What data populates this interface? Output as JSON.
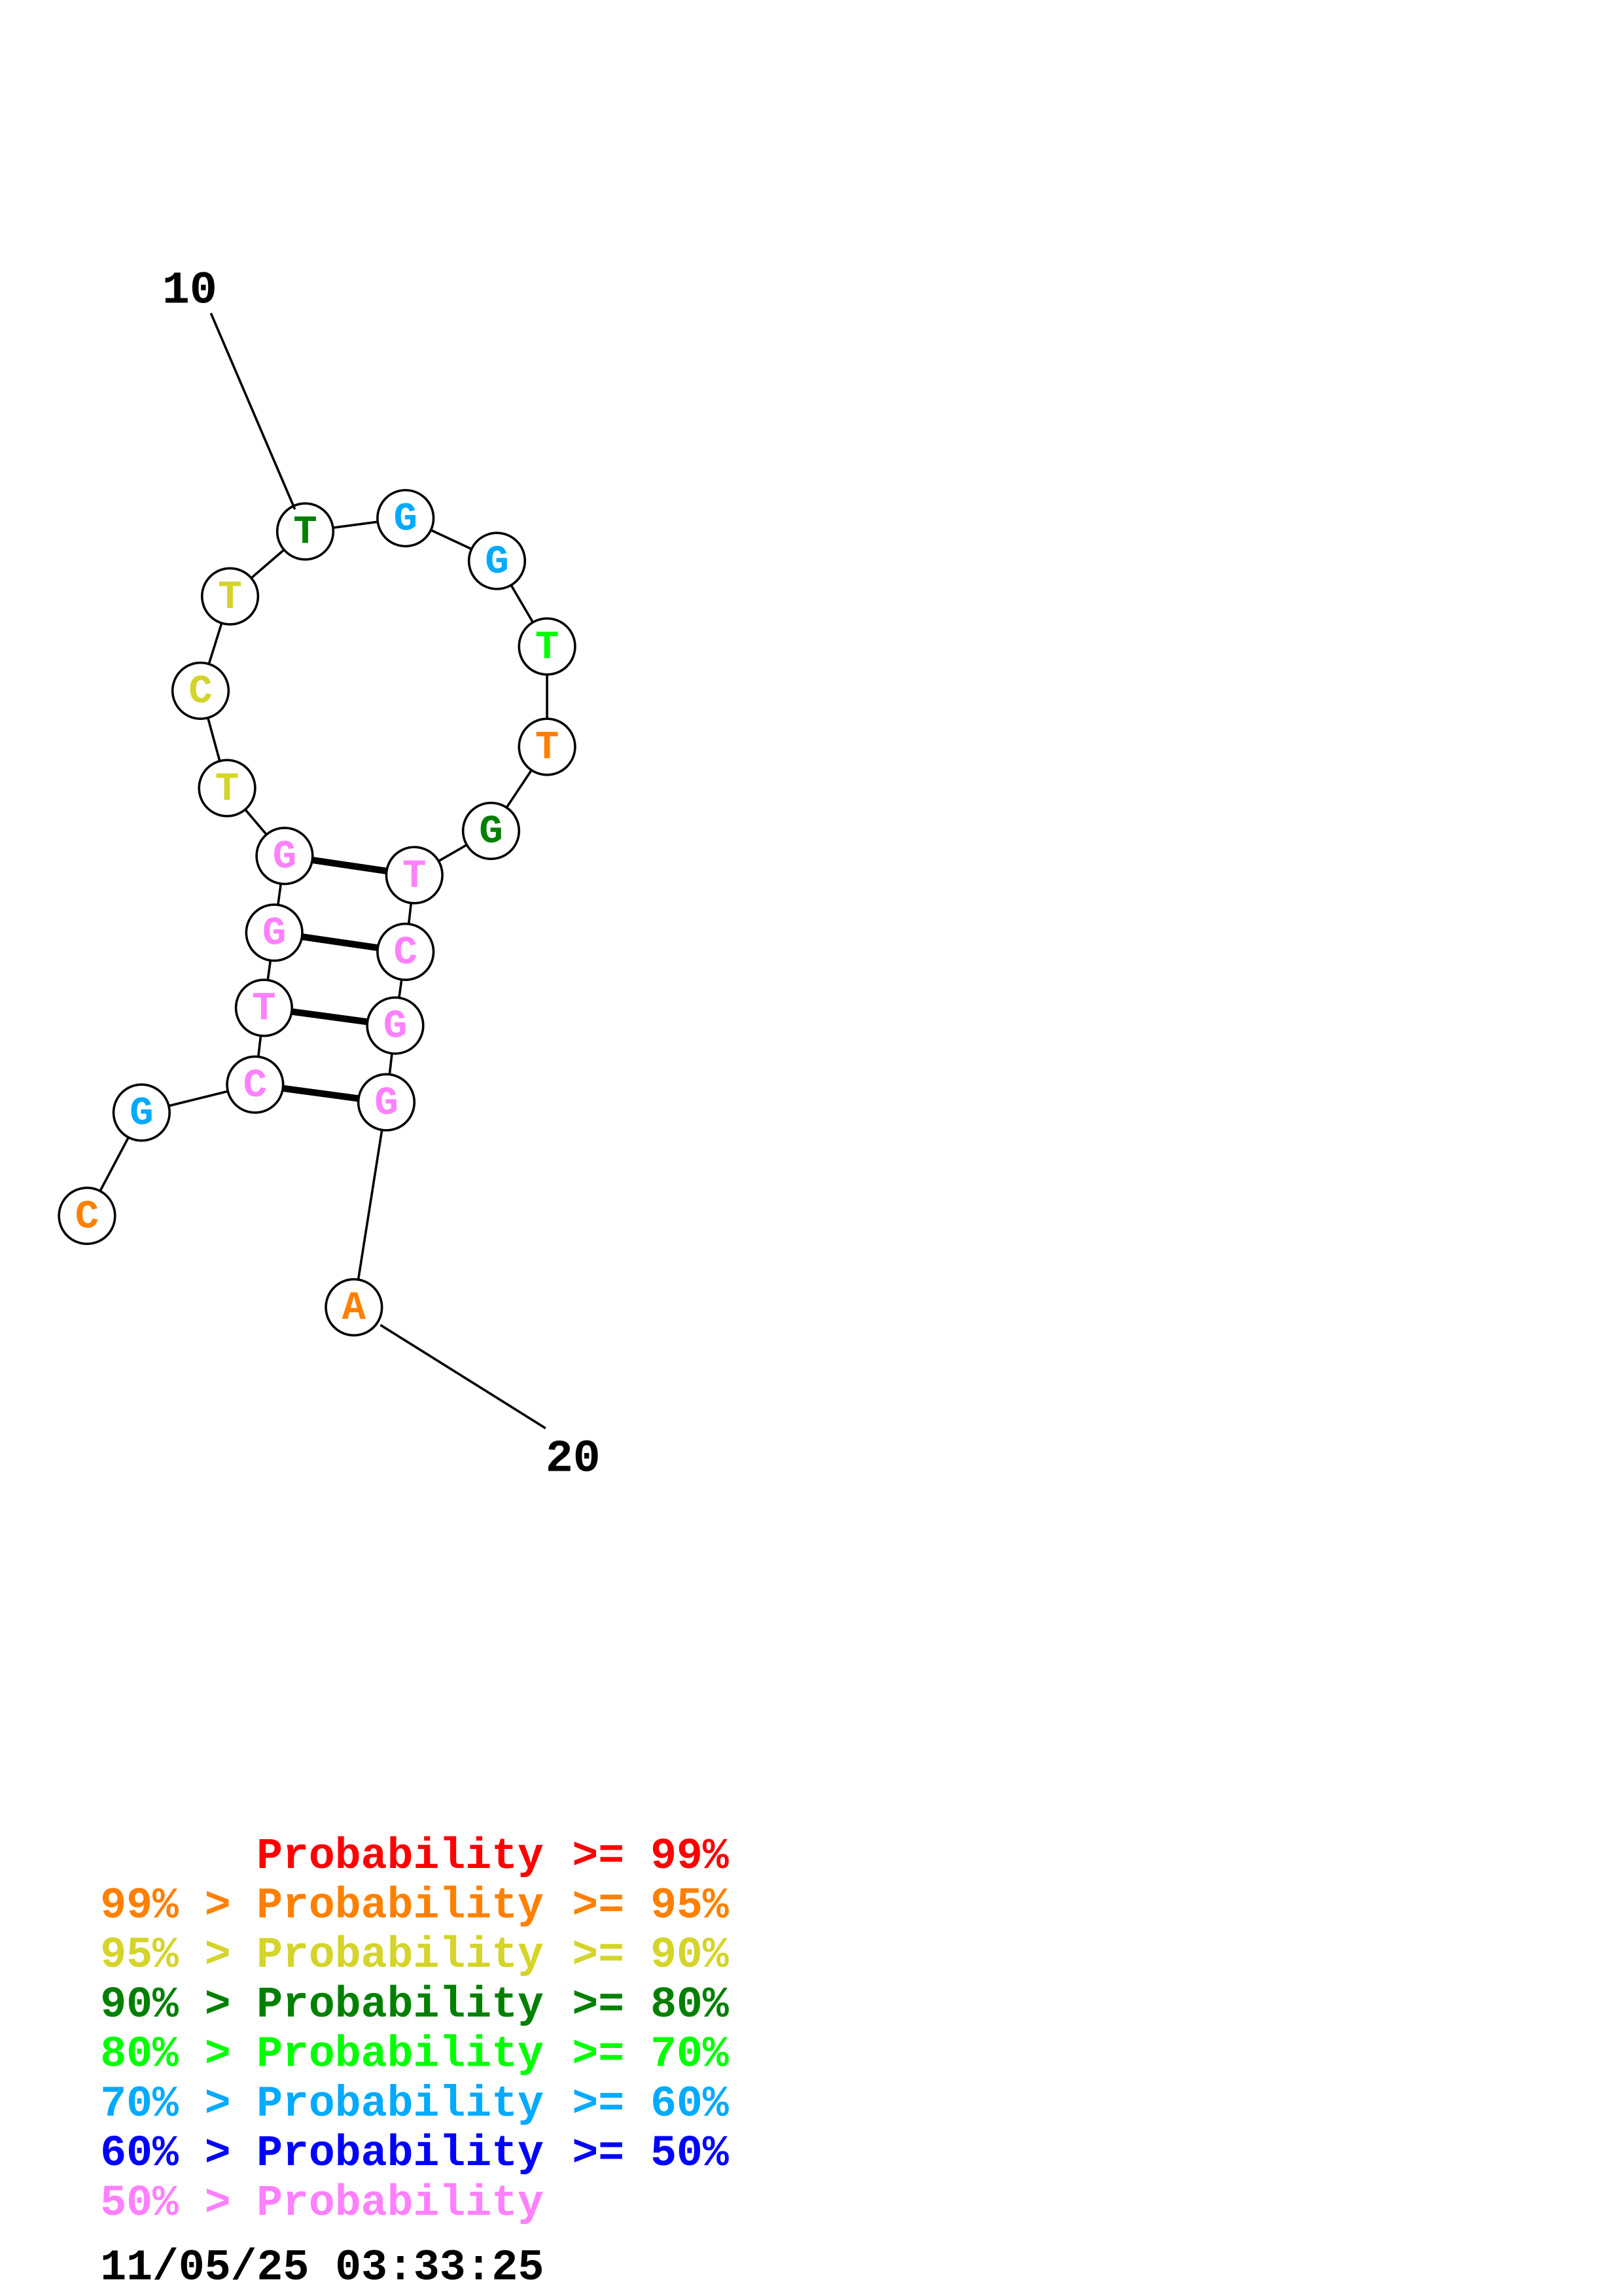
{
  "structure": {
    "nucleotides": [
      {
        "base": "C",
        "color": "#ff8000"
      },
      {
        "base": "G",
        "color": "#00aaff"
      },
      {
        "base": "C",
        "color": "#ff80ff"
      },
      {
        "base": "T",
        "color": "#ff80ff"
      },
      {
        "base": "G",
        "color": "#ff80ff"
      },
      {
        "base": "G",
        "color": "#ff80ff"
      },
      {
        "base": "T",
        "color": "#d4d42a"
      },
      {
        "base": "C",
        "color": "#d4d42a"
      },
      {
        "base": "T",
        "color": "#d4d42a"
      },
      {
        "base": "T",
        "color": "#008000"
      },
      {
        "base": "G",
        "color": "#00aaff"
      },
      {
        "base": "G",
        "color": "#00aaff"
      },
      {
        "base": "T",
        "color": "#00ff00"
      },
      {
        "base": "T",
        "color": "#ff8000"
      },
      {
        "base": "G",
        "color": "#008000"
      },
      {
        "base": "T",
        "color": "#ff80ff"
      },
      {
        "base": "C",
        "color": "#ff80ff"
      },
      {
        "base": "G",
        "color": "#ff80ff"
      },
      {
        "base": "G",
        "color": "#ff80ff"
      },
      {
        "base": "A",
        "color": "#ff8000"
      }
    ],
    "pairs": [
      [
        6,
        16
      ],
      [
        5,
        17
      ],
      [
        4,
        18
      ],
      [
        3,
        19
      ]
    ],
    "index_labels": [
      "10",
      "20"
    ]
  },
  "legend": {
    "rows": [
      {
        "prefix": "",
        "label": "Probability",
        "suffix": ">= 99%",
        "color": "#ff0000"
      },
      {
        "prefix": "99% >",
        "label": "Probability",
        "suffix": ">= 95%",
        "color": "#ff8000"
      },
      {
        "prefix": "95% >",
        "label": "Probability",
        "suffix": ">= 90%",
        "color": "#d4d42a"
      },
      {
        "prefix": "90% >",
        "label": "Probability",
        "suffix": ">= 80%",
        "color": "#008000"
      },
      {
        "prefix": "80% >",
        "label": "Probability",
        "suffix": ">= 70%",
        "color": "#00ff00"
      },
      {
        "prefix": "70% >",
        "label": "Probability",
        "suffix": ">= 60%",
        "color": "#00aaff"
      },
      {
        "prefix": "60% >",
        "label": "Probability",
        "suffix": ">= 50%",
        "color": "#0000ff"
      },
      {
        "prefix": "50% >",
        "label": "Probability",
        "suffix": "",
        "color": "#ff80ff"
      }
    ],
    "timestamp": "11/05/25 03:33:25"
  }
}
